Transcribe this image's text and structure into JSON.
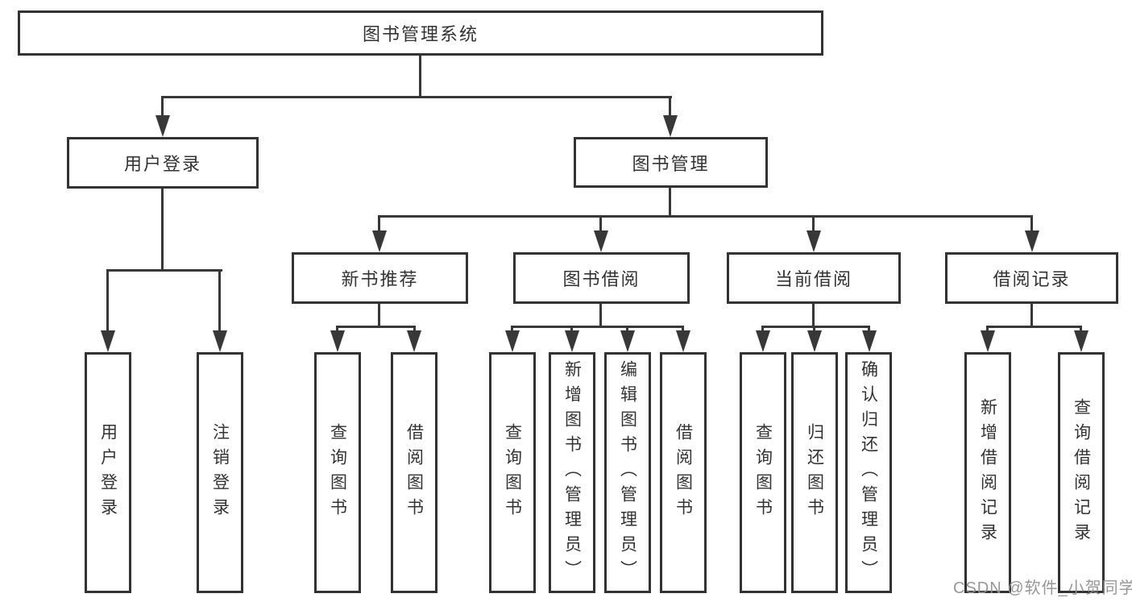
{
  "tree": {
    "root": {
      "label": "图书管理系统"
    },
    "branches": [
      {
        "label": "用户登录",
        "children": [
          {
            "label": "用户登录"
          },
          {
            "label": "注销登录"
          }
        ]
      },
      {
        "label": "图书管理",
        "children": [
          {
            "label": "新书推荐",
            "children": [
              {
                "label": "查询图书"
              },
              {
                "label": "借阅图书"
              }
            ]
          },
          {
            "label": "图书借阅",
            "children": [
              {
                "label": "查询图书"
              },
              {
                "label": "新增图书（管理员）"
              },
              {
                "label": "编辑图书（管理员）"
              },
              {
                "label": "借阅图书"
              }
            ]
          },
          {
            "label": "当前借阅",
            "children": [
              {
                "label": "查询图书"
              },
              {
                "label": "归还图书"
              },
              {
                "label": "确认归还（管理员）"
              }
            ]
          },
          {
            "label": "借阅记录",
            "children": [
              {
                "label": "新增借阅记录"
              },
              {
                "label": "查询借阅记录"
              }
            ]
          }
        ]
      }
    ]
  },
  "watermark": {
    "text": "CSDN @软件_小贺同学"
  },
  "colors": {
    "line": "#383838",
    "box_border": "#333333",
    "text": "#333333",
    "watermark": "#919191",
    "background": "#ffffff"
  }
}
